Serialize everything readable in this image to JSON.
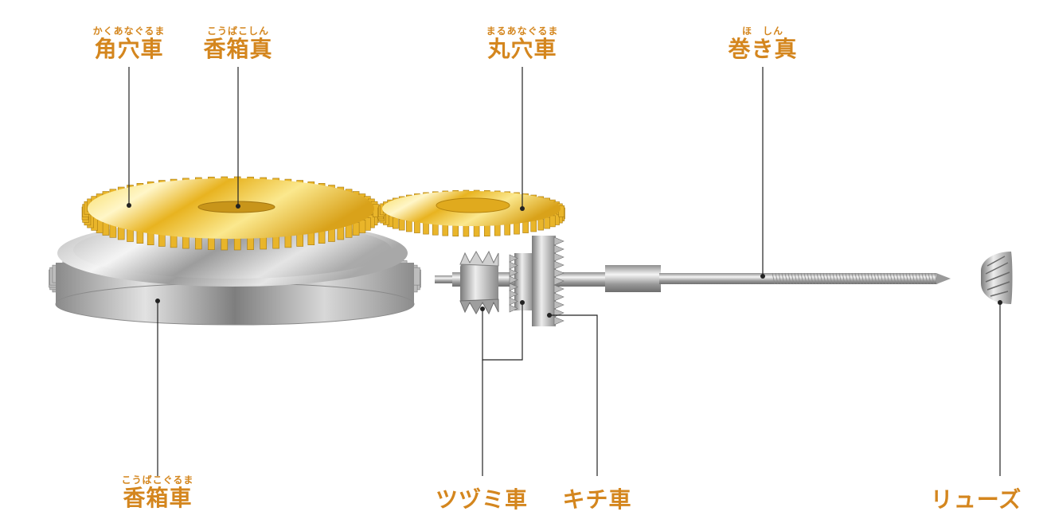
{
  "colors": {
    "label": "#D4861E",
    "gold": "#F2C531",
    "silver": "#C8C8C8",
    "line": "#222222"
  },
  "labels": {
    "kakuana": {
      "name": "角穴車",
      "ruby": "かくあなぐるま"
    },
    "kobako_shin": {
      "name": "香箱真",
      "ruby": "こうばこしん"
    },
    "maruana": {
      "name": "丸穴車",
      "ruby": "まるあなぐるま"
    },
    "makishin": {
      "name": "巻き真",
      "ruby": "ほ　しん"
    },
    "kobako_guruma": {
      "name": "香箱車",
      "ruby": "こうばこぐるま"
    },
    "tsuzumi": {
      "name": "ツヅミ車"
    },
    "kichi": {
      "name": "キチ車"
    },
    "ryuzu": {
      "name": "リューズ"
    }
  }
}
